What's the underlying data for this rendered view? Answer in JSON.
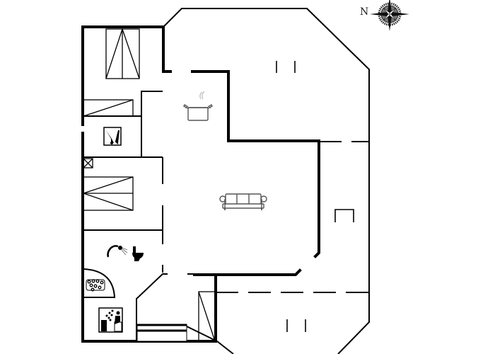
{
  "compass": {
    "label": "N",
    "icon": "compass-rose-icon"
  },
  "rooms": [
    {
      "name": "bedroom-1",
      "icon": "double-bed-icon"
    },
    {
      "name": "utility",
      "icon": "washing-machine-icon"
    },
    {
      "name": "bedroom-2",
      "icon": "double-bed-icon"
    },
    {
      "name": "bathroom",
      "icon": "shower-toilet-icon"
    },
    {
      "name": "spa",
      "icon": "whirlpool-icon"
    },
    {
      "name": "sauna",
      "icon": "sauna-icon"
    },
    {
      "name": "kitchen",
      "icon": "cooking-pot-icon"
    },
    {
      "name": "living-room",
      "icon": "sofa-icon"
    },
    {
      "name": "terrace-north",
      "icon": "window-marks"
    },
    {
      "name": "terrace-east",
      "icon": "bench-icon"
    },
    {
      "name": "terrace-south",
      "icon": "window-marks"
    }
  ],
  "colors": {
    "wall": "#000000",
    "background": "#ffffff",
    "icon_gray": "#555555"
  }
}
